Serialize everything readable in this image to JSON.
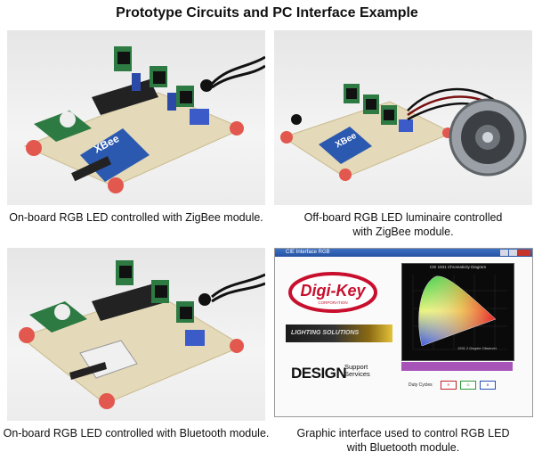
{
  "page": {
    "title": "Prototype Circuits and PC Interface Example"
  },
  "panels": [
    {
      "caption": "On-board RGB LED controlled with ZigBee module."
    },
    {
      "caption": "Off-board RGB LED luminaire controlled with ZigBee module."
    },
    {
      "caption": "On-board RGB LED controlled with Bluetooth module."
    },
    {
      "caption": "Graphic interface used to control RGB LED with Bluetooth module."
    }
  ],
  "gui": {
    "window_title": "CIE Interface RGB",
    "digikey_logo": "Digi-Key",
    "digikey_sub": "CORPORATION",
    "lighting_solutions": "LIGHTING SOLUTIONS",
    "design_logo": "DESIGN",
    "design_support": "Support",
    "design_services": "Services",
    "cie_title": "CIE 1931 Chromaticity Diagram",
    "cie_observer": "1931 2 Degree Observer",
    "duty_label": "Duty Cycles",
    "duty_r": "R",
    "duty_g": "G",
    "duty_b": "B",
    "purple_color": "#a654b8"
  },
  "module_text": {
    "xbee": "XBee"
  }
}
